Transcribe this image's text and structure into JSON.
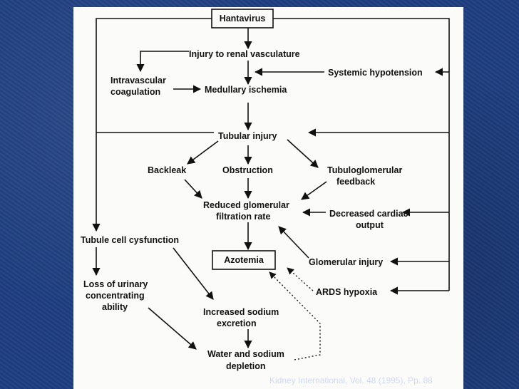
{
  "diagram": {
    "nodes": {
      "hantavirus": "Hantavirus",
      "injury_renal": "Injury to renal vasculature",
      "systemic_hypotension": "Systemic hypotension",
      "intravascular_1": "Intravascular",
      "intravascular_2": "coagulation",
      "medullary": "Medullary ischemia",
      "tubular": "Tubular injury",
      "backleak": "Backleak",
      "obstruction": "Obstruction",
      "tubuloglomerular_1": "Tubuloglomerular",
      "tubuloglomerular_2": "feedback",
      "reduced_gfr_1": "Reduced glomerular",
      "reduced_gfr_2": "filtration rate",
      "decreased_cardiac_1": "Decreased cardiac",
      "decreased_cardiac_2": "output",
      "tubule_dysfunction": "Tubule cell cysfunction",
      "azotemia": "Azotemia",
      "glomerular_injury": "Glomerular injury",
      "loss_urinary_1": "Loss of urinary",
      "loss_urinary_2": "concentrating",
      "loss_urinary_3": "ability",
      "ards": "ARDS hypoxia",
      "increased_sodium_1": "Increased sodium",
      "increased_sodium_2": "excretion",
      "water_sodium_1": "Water and sodium",
      "water_sodium_2": "depletion"
    }
  },
  "footer": {
    "citation": "Kidney International, Vol. 48 (1995), Pp. 88"
  }
}
